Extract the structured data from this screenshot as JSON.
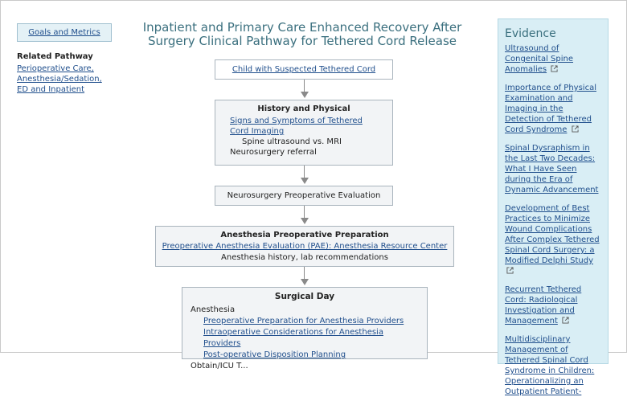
{
  "left": {
    "goals_button": "Goals and Metrics",
    "related_heading": "Related Pathway",
    "related_link": "Perioperative Care, Anesthesia/Sedation, ED and Inpatient"
  },
  "title": "Inpatient and Primary Care Enhanced Recovery After Surgery Clinical Pathway for Tethered Cord Release",
  "flow": {
    "step1": "Child with Suspected Tethered Cord",
    "step2": {
      "heading": "History and Physical",
      "link": "Signs and Symptoms of Tethered Cord Imaging",
      "line1": "Spine ultrasound vs. MRI",
      "line2": "Neurosurgery referral"
    },
    "step3": "Neurosurgery Preoperative Evaluation",
    "step4": {
      "heading": "Anesthesia Preoperative Preparation",
      "link": "Preoperative Anesthesia Evaluation (PAE): Anesthesia Resource Center",
      "line1": "Anesthesia history, lab recommendations"
    },
    "step5": {
      "heading": "Surgical Day",
      "section": "Anesthesia",
      "links": [
        "Preoperative Preparation for Anesthesia Providers",
        "Intraoperative Considerations for Anesthesia Providers",
        "Post-operative Disposition Planning"
      ],
      "cut_line": "Obtain/ICU T..."
    }
  },
  "evidence": {
    "title": "Evidence",
    "items": [
      "Ultrasound of Congenital Spine Anomalies",
      "Importance of Physical Examination and Imaging in the Detection of Tethered Cord Syndrome",
      "Spinal Dysraphism in the Last Two Decades: What I Have Seen during the Era of Dynamic Advancement",
      "Development of Best Practices to Minimize Wound Complications After Complex Tethered Spinal Cord Surgery: a Modified Delphi Study",
      "Recurrent Tethered Cord: Radiological Investigation and Management",
      "Multidisciplinary Management of Tethered Spinal Cord Syndrome in Children: Operationalizing an Outpatient Patient-"
    ]
  }
}
